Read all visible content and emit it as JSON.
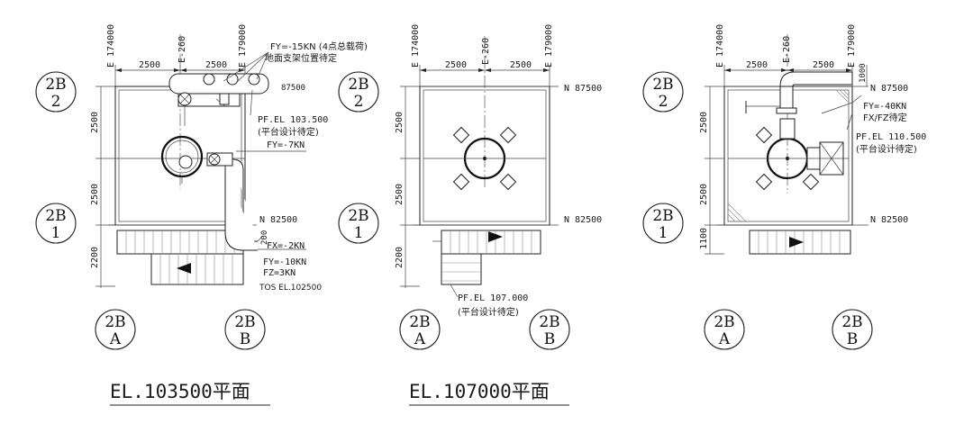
{
  "grid_bubbles": {
    "row2": [
      "2B",
      "2"
    ],
    "row1": [
      "2B",
      "1"
    ],
    "colA": [
      "2B",
      "A"
    ],
    "colB": [
      "2B",
      "B"
    ]
  },
  "elevations": {
    "e174000": "E 174000",
    "e260": "E-260",
    "e179000": "E 179000",
    "n87500": "N 87500",
    "n82500": "N 82500"
  },
  "dims": {
    "d2500": "2500",
    "d2200": "2200",
    "d1100": "1100",
    "d1000": "1000"
  },
  "plan1": {
    "title": "EL.103500平面",
    "load_fy15": "FY=-15KN (4点总载荷)",
    "ground_support": "地面支架位置待定",
    "n87500_partial": "87500",
    "pf_el": "PF.EL 103.500",
    "platform_note": "(平台设计待定)",
    "fy7": "FY=-7KN",
    "fx2": "FX=-2KN",
    "fy10": "FY=-10KN",
    "fz3": "FZ=3KN",
    "tos": "TOS EL.102500",
    "two_hundred": "200"
  },
  "plan2": {
    "title": "EL.107000平面",
    "pf_el": "PF.EL 107.000",
    "platform_note": "(平台设计待定)"
  },
  "plan3": {
    "fy40": "FY=-40KN",
    "fxfz": "FX/FZ待定",
    "pf_el": "PF.EL 110.500",
    "platform_note": "(平台设计待定)"
  }
}
